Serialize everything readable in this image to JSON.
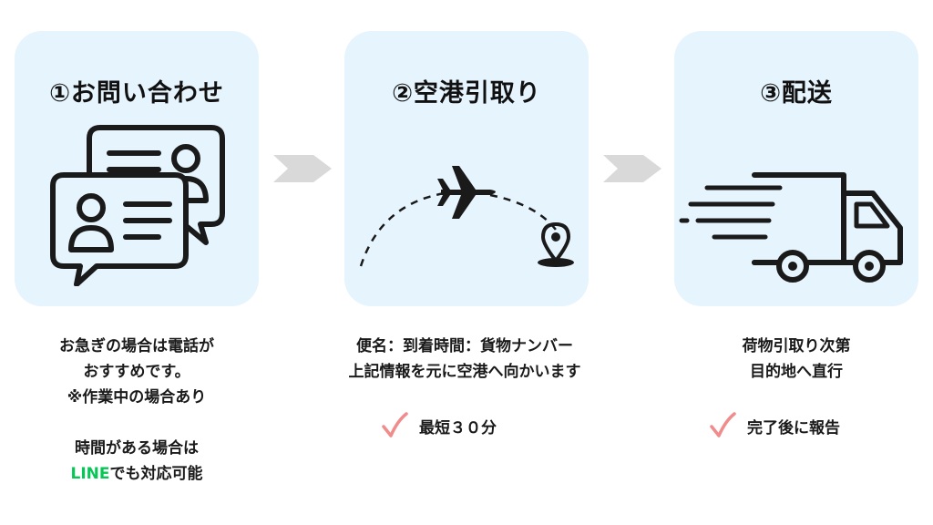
{
  "colors": {
    "card_bg": "#e6f4fd",
    "arrow": "#d9d9d9",
    "check": "#f08c8c",
    "line_brand": "#06c755",
    "icon": "#1a1a1a"
  },
  "steps": [
    {
      "title": "①お問い合わせ",
      "icon": "chat-bubbles-users-icon",
      "desc": [
        "お急ぎの場合は電話が",
        "おすすめです。",
        "※作業中の場合あり",
        "",
        "時間がある場合は"
      ],
      "desc_line_brand": "LINE",
      "desc_line_rest": "でも対応可能"
    },
    {
      "title": "②空港引取り",
      "icon": "airplane-route-icon",
      "desc": [
        "便名：到着時間：貨物ナンバー",
        "上記情報を元に空港へ向かいます"
      ],
      "check_text": "最短３０分"
    },
    {
      "title": "③配送",
      "icon": "delivery-truck-icon",
      "desc": [
        "荷物引取り次第",
        "目的地へ直行"
      ],
      "check_text": "完了後に報告"
    }
  ]
}
